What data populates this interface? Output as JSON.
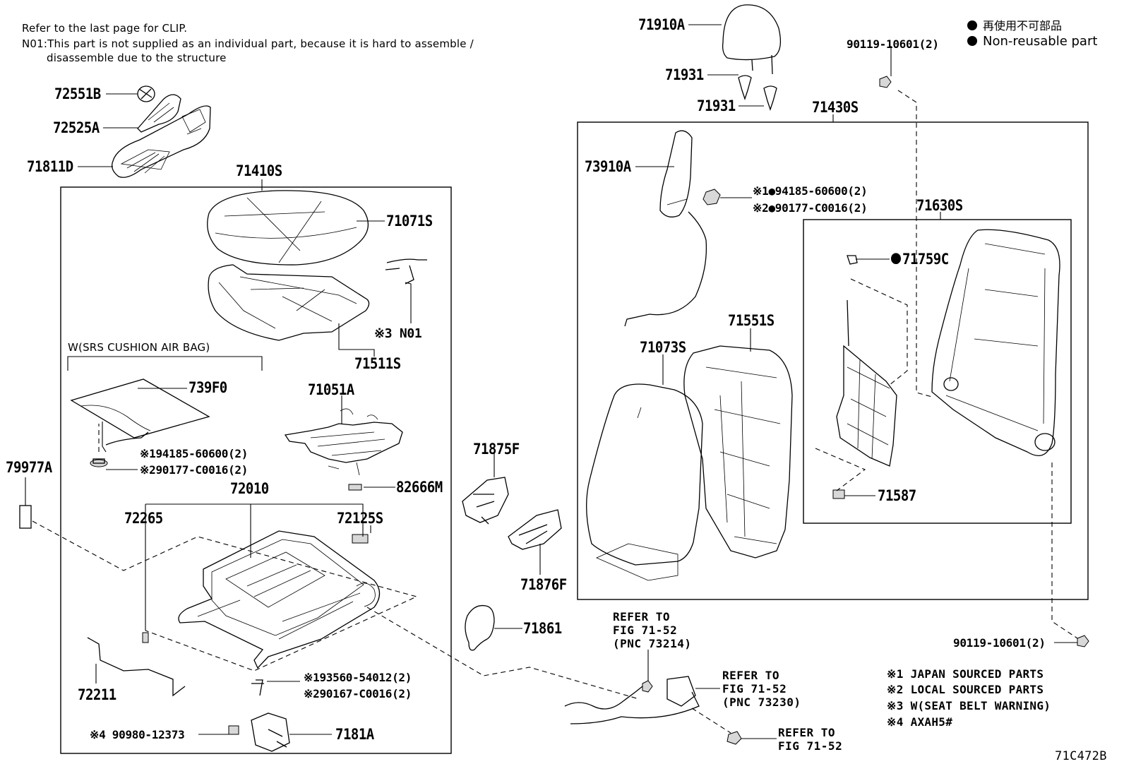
{
  "notes": {
    "clip": "Refer to the last page for CLIP.",
    "n01_line1": "N01:This part is not supplied as an individual part, because it is hard to assemble /",
    "n01_line2": "disassemble due to the structure"
  },
  "legend": {
    "jp": "再使用不可部品",
    "en": "Non-reusable part"
  },
  "groups": {
    "cushion_airbag": "W(SRS CUSHION AIR BAG)"
  },
  "parts": {
    "p72551B": "72551B",
    "p72525A": "72525A",
    "p71811D": "71811D",
    "p71410S": "71410S",
    "p71071S": "71071S",
    "p71511S": "71511S",
    "p739F0": "739F0",
    "p71051A": "71051A",
    "p82666M": "82666M",
    "p79977A": "79977A",
    "p72010": "72010",
    "p72265": "72265",
    "p72125S": "72125S",
    "p72211": "72211",
    "p7181A": "7181A",
    "p71875F": "71875F",
    "p71876F": "71876F",
    "p71861": "71861",
    "p71910A": "71910A",
    "p71931a": "71931",
    "p71931b": "71931",
    "p71430S": "71430S",
    "p73910A": "73910A",
    "p71630S": "71630S",
    "p71759C": "71759C",
    "p71073S": "71073S",
    "p71551S": "71551S",
    "p71587": "71587",
    "p90119_top": "90119-10601(2)",
    "p90119_bottom": "90119-10601(2)"
  },
  "callouts": {
    "n01": "※3 N01",
    "airbag_nut1": "※194185-60600(2)",
    "airbag_nut2": "※290177-C0016(2)",
    "back_nut1": "※1●94185-60600(2)",
    "back_nut2": "※2●90177-C0016(2)",
    "bolt1": "※193560-54012(2)",
    "bolt2": "※290167-C0016(2)",
    "clip4": "※4 90980-12373"
  },
  "refs": {
    "ref1": "REFER TO\nFIG 71-52\n(PNC 73214)",
    "ref2": "REFER TO\nFIG 71-52\n(PNC 73230)",
    "ref3": "REFER TO\nFIG 71-52"
  },
  "footnotes": [
    "※1 JAPAN SOURCED PARTS",
    "※2 LOCAL SOURCED PARTS",
    "※3 W(SEAT BELT WARNING)",
    "※4 AXAH5#"
  ],
  "figure_code": "71C472B"
}
